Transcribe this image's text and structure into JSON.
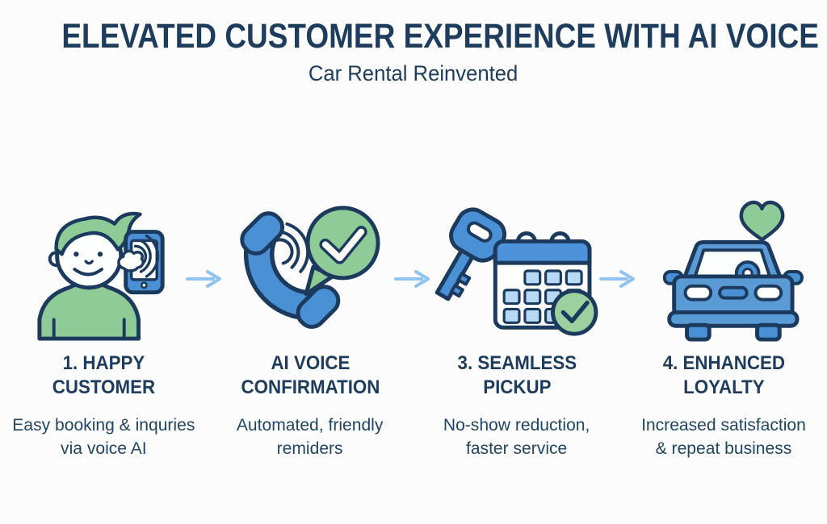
{
  "header": {
    "title": "ELEVATED CUSTOMER EXPERIENCE WITH AI VOICE",
    "subtitle": "Car Rental Reinvented"
  },
  "steps": [
    {
      "icon": "happy-customer-phone-icon",
      "heading": "1. HAPPY\nCUSTOMER",
      "description": "Easy booking & inquries\nvia voice AI"
    },
    {
      "icon": "phone-call-checkmark-icon",
      "heading": "AI VOICE\nCONFIRMATION",
      "description": "Automated, friendly\nremiders"
    },
    {
      "icon": "car-key-calendar-icon",
      "heading": "3. SEAMLESS\nPICKUP",
      "description": "No-show reduction,\nfaster service"
    },
    {
      "icon": "car-heart-icon",
      "heading": "4. ENHANCED\nLOYALTY",
      "description": "Increased satisfaction\n& repeat business"
    }
  ],
  "colors": {
    "background": "#FCFCFC",
    "text_navy": "#1E3C5E",
    "outline_navy": "#1C3A5E",
    "accent_blue": "#4A90D5",
    "accent_blue_mid": "#5B9BD5",
    "accent_blue_light": "#B8D9F4",
    "accent_green": "#8FCB96",
    "arrow_blue": "#92C4F0"
  }
}
